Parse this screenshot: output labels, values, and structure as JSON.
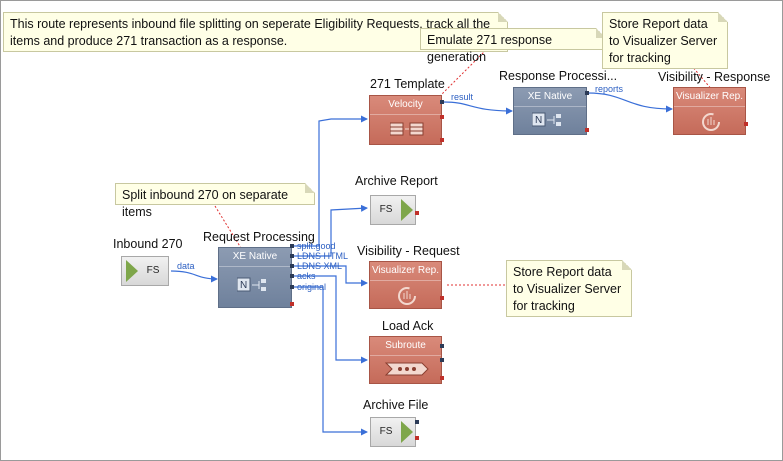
{
  "notes": {
    "route_description": "This route represents inbound file splitting on seperate Eligibility Requests, track all the items and produce 271 transaction as a response.",
    "emulate_271": "Emulate 271 response generation",
    "store_report_top": "Store Report data to Visualizer Server for tracking",
    "split_inbound": "Split inbound 270 on separate items",
    "store_report_mid": "Store Report data to Visualizer Server for tracking"
  },
  "titles": {
    "inbound": "Inbound 270",
    "request_processing": "Request Processing",
    "template_271": "271 Template",
    "response_processing": "Response Processi...",
    "visibility_response": "Visibility - Response",
    "archive_report": "Archive Report",
    "visibility_request": "Visibility - Request",
    "load_ack": "Load Ack",
    "archive_file": "Archive File"
  },
  "node_headers": {
    "xe_native_request": "XE Native",
    "velocity": "Velocity",
    "xe_native_response": "XE Native",
    "visualizer_response": "Visualizer Rep.",
    "visualizer_request": "Visualizer Rep.",
    "subroute": "Subroute"
  },
  "fs_label": "FS",
  "port_labels": {
    "data": "data",
    "split_good": "split.good",
    "ldns_html": "LDNS HTML",
    "ldns_xml": "LDNS XML",
    "acks": "acks",
    "original": "original",
    "result": "result",
    "reports": "reports"
  },
  "colors": {
    "wire": "#3a6fd8",
    "note_dashed_link": "#e03030",
    "xe_native": "#7a8ba6",
    "velocity": "#cf7a68",
    "file_arrow": "#7ea64a"
  }
}
